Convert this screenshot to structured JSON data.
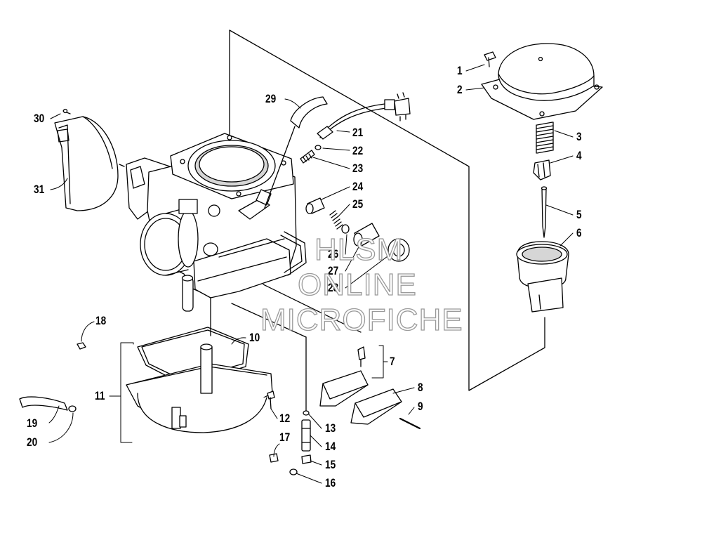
{
  "callouts": [
    {
      "id": "1",
      "text": "1"
    },
    {
      "id": "2",
      "text": "2"
    },
    {
      "id": "3",
      "text": "3"
    },
    {
      "id": "4",
      "text": "4"
    },
    {
      "id": "5",
      "text": "5"
    },
    {
      "id": "6",
      "text": "6"
    },
    {
      "id": "7",
      "text": "7"
    },
    {
      "id": "8",
      "text": "8"
    },
    {
      "id": "9",
      "text": "9"
    },
    {
      "id": "10",
      "text": "10"
    },
    {
      "id": "11",
      "text": "11"
    },
    {
      "id": "12",
      "text": "12"
    },
    {
      "id": "13",
      "text": "13"
    },
    {
      "id": "14",
      "text": "14"
    },
    {
      "id": "15",
      "text": "15"
    },
    {
      "id": "16",
      "text": "16"
    },
    {
      "id": "17",
      "text": "17"
    },
    {
      "id": "18",
      "text": "18"
    },
    {
      "id": "19",
      "text": "19"
    },
    {
      "id": "20",
      "text": "20"
    },
    {
      "id": "21",
      "text": "21"
    },
    {
      "id": "22",
      "text": "22"
    },
    {
      "id": "23",
      "text": "23"
    },
    {
      "id": "24",
      "text": "24"
    },
    {
      "id": "25",
      "text": "25"
    },
    {
      "id": "26",
      "text": "26"
    },
    {
      "id": "27",
      "text": "27"
    },
    {
      "id": "28",
      "text": "28"
    },
    {
      "id": "29",
      "text": "29"
    },
    {
      "id": "30",
      "text": "30"
    },
    {
      "id": "31",
      "text": "31"
    }
  ],
  "watermark": {
    "line1": "HLSM",
    "line2": "ONLINE",
    "line3": "MICROFICHE"
  }
}
